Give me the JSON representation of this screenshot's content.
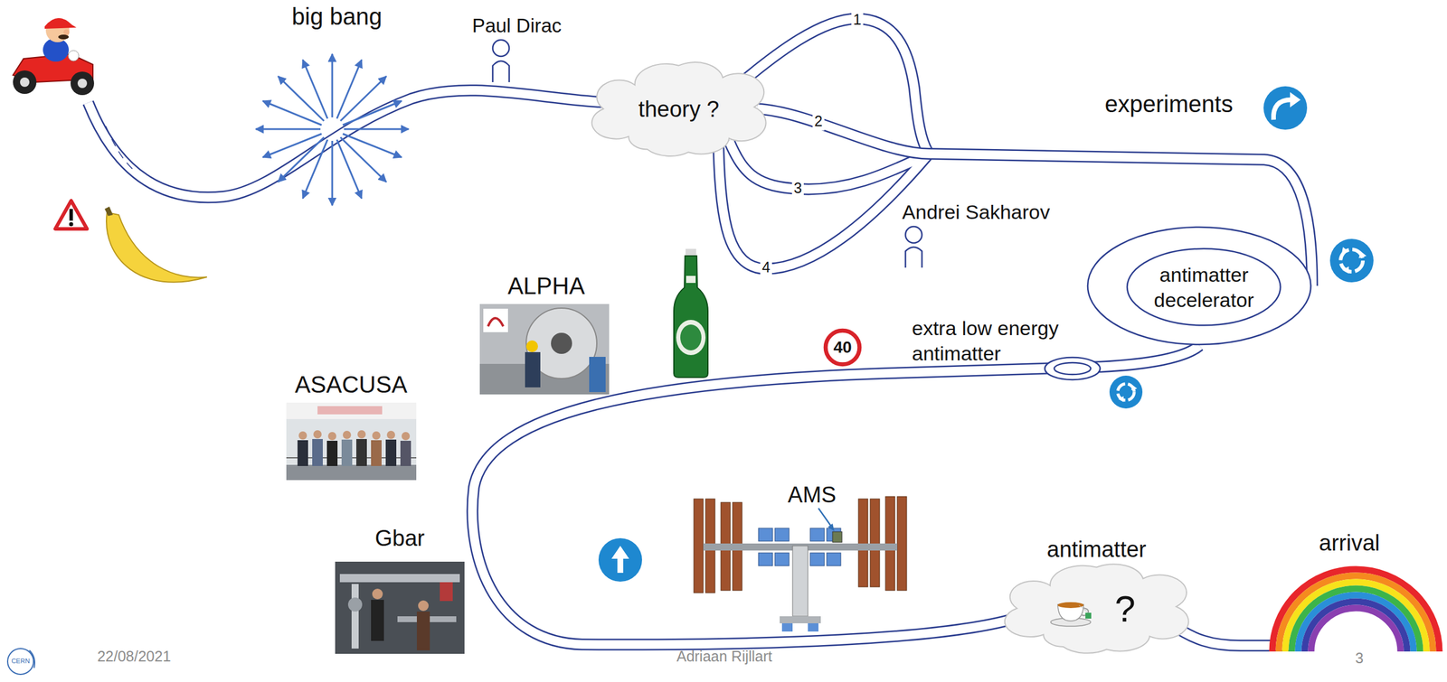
{
  "diagram": {
    "nodes": [
      {
        "text": [
          "theory ?"
        ]
      },
      {
        "text": [
          "antimatter decelerator"
        ]
      },
      {
        "text": [
          "40"
        ]
      },
      {
        "text": [
          "antimatter",
          "?"
        ]
      }
    ],
    "edges": [
      {
        "from": 0,
        "to": 1,
        "arrow": "none"
      },
      {
        "from": 1,
        "to": 3,
        "arrow": "none"
      }
    ],
    "labels": [
      "big bang",
      "Paul Dirac",
      "1",
      "2",
      "3",
      "4",
      "experiments",
      "Andrei Sakharov",
      "extra low energy antimatter",
      "ALPHA",
      "ASACUSA",
      "Gbar",
      "AMS",
      "arrival",
      "CERN",
      "22/08/2021",
      "Adriaan Rijllart",
      "3"
    ]
  }
}
